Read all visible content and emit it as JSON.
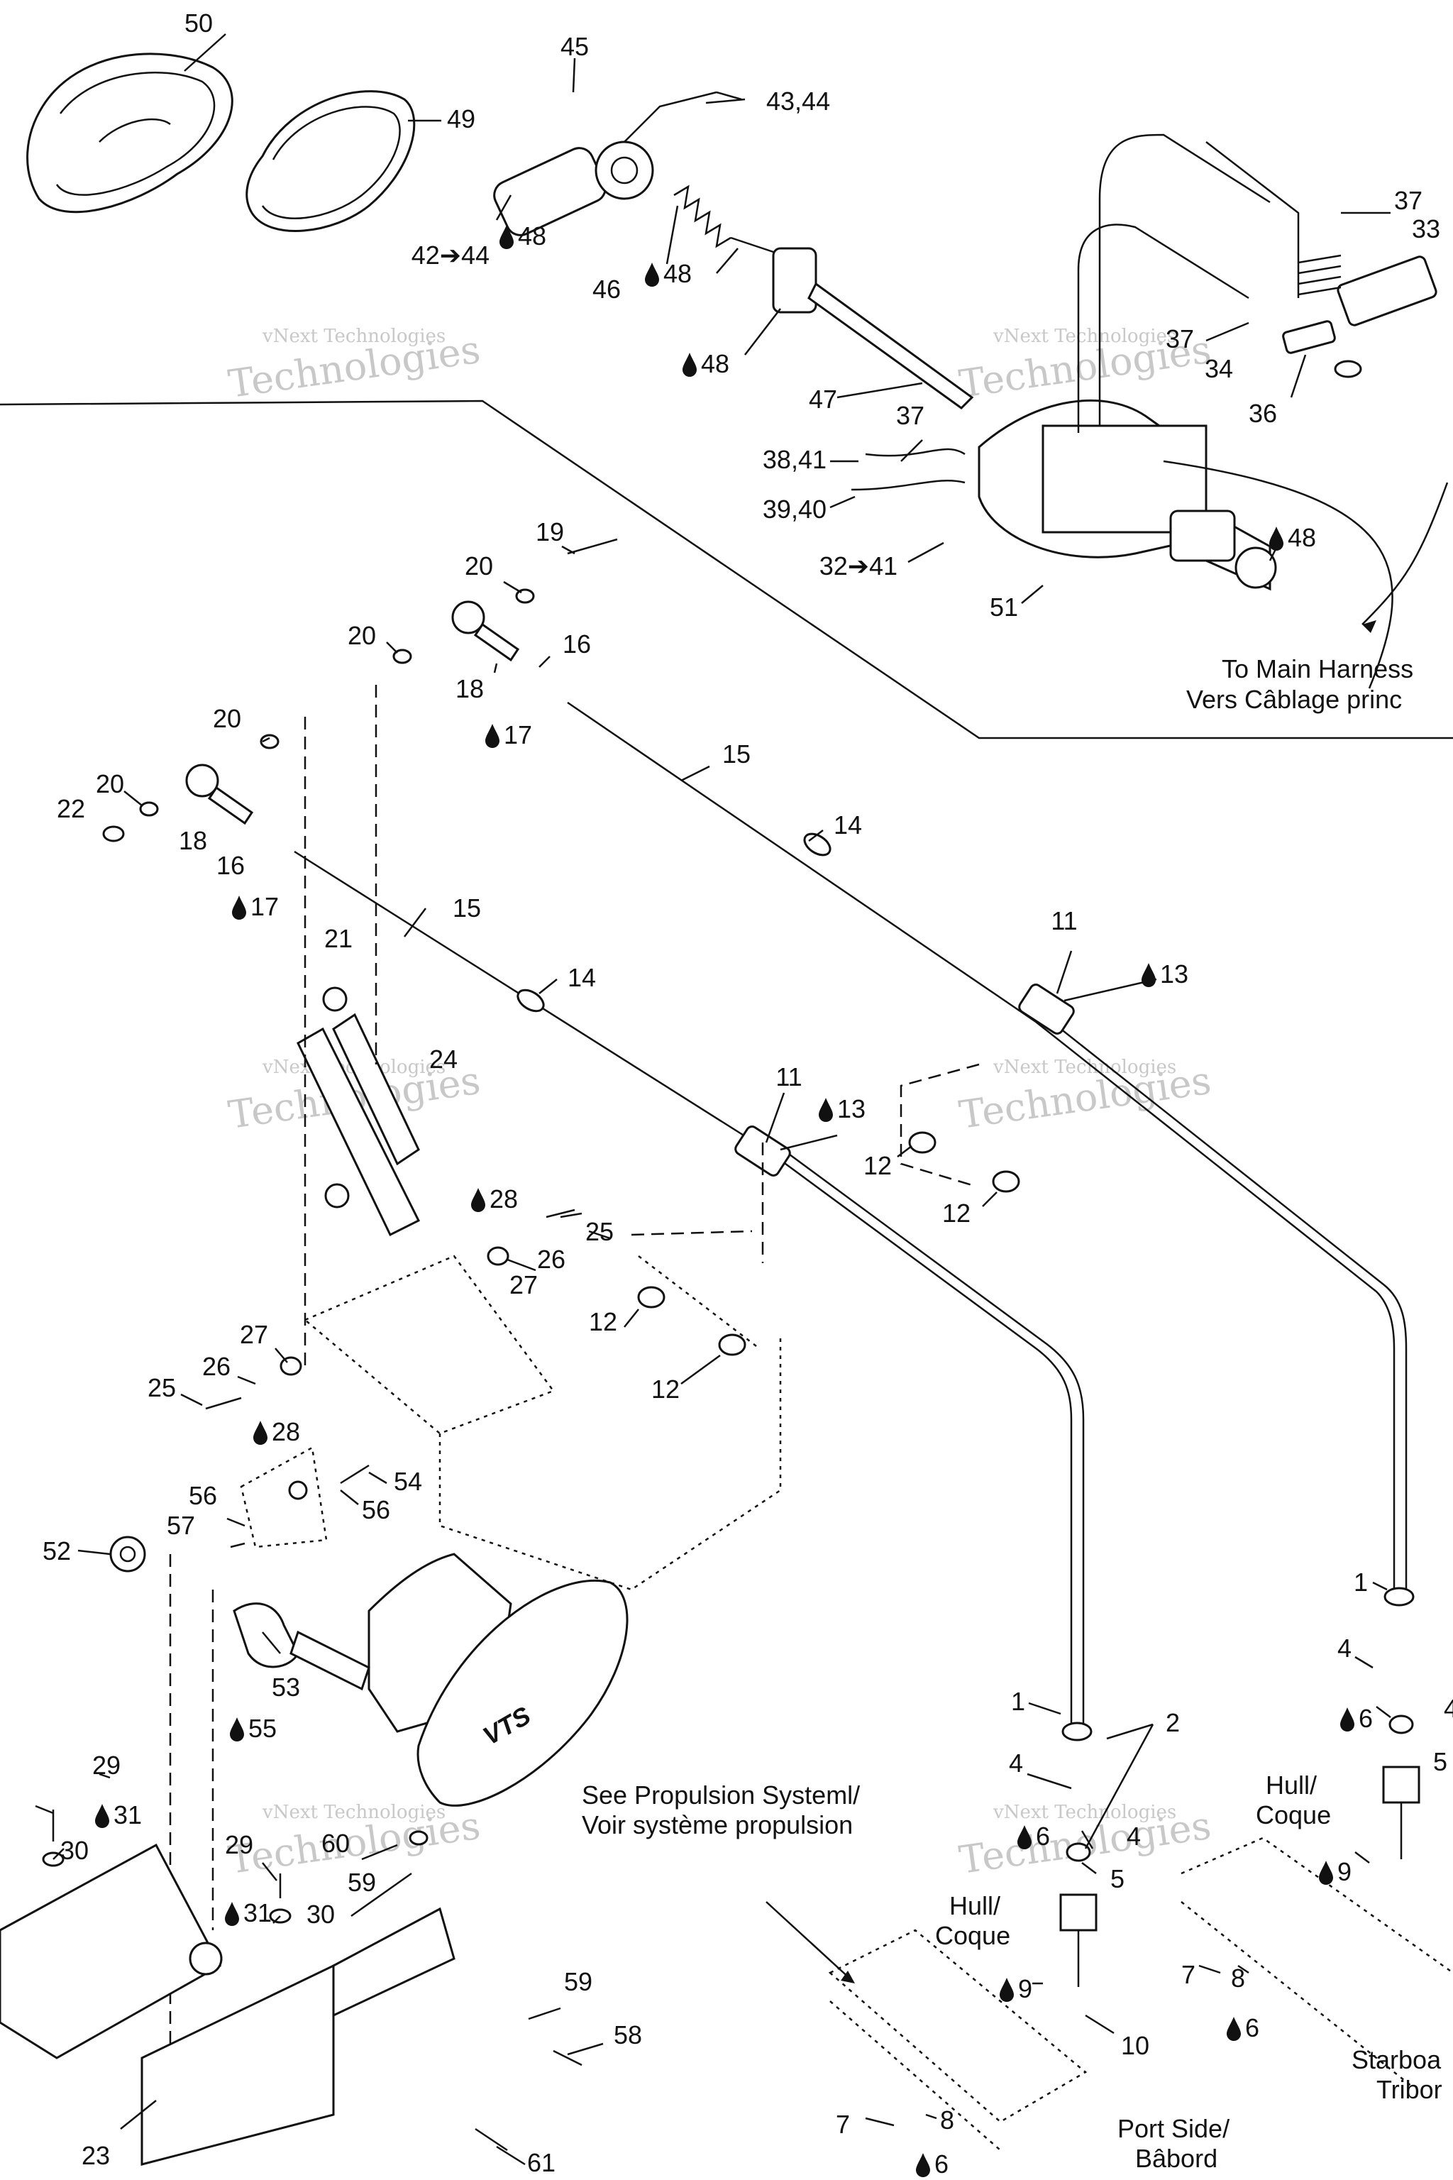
{
  "watermark": {
    "line1": "vNext Technologies",
    "line2": "Technologies"
  },
  "notes": {
    "main_harness_en": "To Main Harness",
    "main_harness_fr": "Vers Câblage princ",
    "propulsion_en": "See Propulsion Systeml/",
    "propulsion_fr": "Voir système propulsion",
    "hull_port_en": "Hull/",
    "hull_port_fr": "Coque",
    "hull_stbd_en": "Hull/",
    "hull_stbd_fr": "Coque",
    "port_en": "Port Side/",
    "port_fr": "Bâbord",
    "stbd_en": "Starboa",
    "stbd_fr": "Tribor",
    "logo": "VTS"
  },
  "callouts": [
    {
      "id": "c50",
      "text": "50",
      "drop": false
    },
    {
      "id": "c49",
      "text": "49",
      "drop": false
    },
    {
      "id": "c45",
      "text": "45",
      "drop": false
    },
    {
      "id": "c4344",
      "text": "43,44",
      "drop": false
    },
    {
      "id": "c4244",
      "text": "42➔44",
      "drop": false
    },
    {
      "id": "c48a",
      "text": "48",
      "drop": true
    },
    {
      "id": "c46",
      "text": "46",
      "drop": false
    },
    {
      "id": "c48b",
      "text": "48",
      "drop": true
    },
    {
      "id": "c48c",
      "text": "48",
      "drop": true
    },
    {
      "id": "c47",
      "text": "47",
      "drop": false
    },
    {
      "id": "c37a",
      "text": "37",
      "drop": false
    },
    {
      "id": "c33",
      "text": "33",
      "drop": false
    },
    {
      "id": "c37b",
      "text": "37",
      "drop": false
    },
    {
      "id": "c34",
      "text": "34",
      "drop": false
    },
    {
      "id": "c36",
      "text": "36",
      "drop": false
    },
    {
      "id": "c37c",
      "text": "37",
      "drop": false
    },
    {
      "id": "c3841",
      "text": "38,41",
      "drop": false
    },
    {
      "id": "c3940",
      "text": "39,40",
      "drop": false
    },
    {
      "id": "c3241",
      "text": "32➔41",
      "drop": false
    },
    {
      "id": "c48d",
      "text": "48",
      "drop": true
    },
    {
      "id": "c51",
      "text": "51",
      "drop": false
    },
    {
      "id": "c19",
      "text": "19",
      "drop": false
    },
    {
      "id": "c20a",
      "text": "20",
      "drop": false
    },
    {
      "id": "c20b",
      "text": "20",
      "drop": false
    },
    {
      "id": "c16a",
      "text": "16",
      "drop": false
    },
    {
      "id": "c18a",
      "text": "18",
      "drop": false
    },
    {
      "id": "c17a",
      "text": "17",
      "drop": true
    },
    {
      "id": "c15a",
      "text": "15",
      "drop": false
    },
    {
      "id": "c20c",
      "text": "20",
      "drop": false
    },
    {
      "id": "c20d",
      "text": "20",
      "drop": false
    },
    {
      "id": "c22",
      "text": "22",
      "drop": false
    },
    {
      "id": "c18b",
      "text": "18",
      "drop": false
    },
    {
      "id": "c16b",
      "text": "16",
      "drop": false
    },
    {
      "id": "c17b",
      "text": "17",
      "drop": true
    },
    {
      "id": "c14a",
      "text": "14",
      "drop": false
    },
    {
      "id": "c15b",
      "text": "15",
      "drop": false
    },
    {
      "id": "c11a",
      "text": "11",
      "drop": false
    },
    {
      "id": "c13a",
      "text": "13",
      "drop": true
    },
    {
      "id": "c21",
      "text": "21",
      "drop": false
    },
    {
      "id": "c14b",
      "text": "14",
      "drop": false
    },
    {
      "id": "c24",
      "text": "24",
      "drop": false
    },
    {
      "id": "c11b",
      "text": "11",
      "drop": false
    },
    {
      "id": "c13b",
      "text": "13",
      "drop": true
    },
    {
      "id": "c12a",
      "text": "12",
      "drop": false
    },
    {
      "id": "c12b",
      "text": "12",
      "drop": false
    },
    {
      "id": "c28a",
      "text": "28",
      "drop": true
    },
    {
      "id": "c25a",
      "text": "25",
      "drop": false
    },
    {
      "id": "c26a",
      "text": "26",
      "drop": false
    },
    {
      "id": "c27a",
      "text": "27",
      "drop": false
    },
    {
      "id": "c12c",
      "text": "12",
      "drop": false
    },
    {
      "id": "c12d",
      "text": "12",
      "drop": false
    },
    {
      "id": "c27b",
      "text": "27",
      "drop": false
    },
    {
      "id": "c26b",
      "text": "26",
      "drop": false
    },
    {
      "id": "c25b",
      "text": "25",
      "drop": false
    },
    {
      "id": "c28b",
      "text": "28",
      "drop": true
    },
    {
      "id": "c54",
      "text": "54",
      "drop": false
    },
    {
      "id": "c56a",
      "text": "56",
      "drop": false
    },
    {
      "id": "c57",
      "text": "57",
      "drop": false
    },
    {
      "id": "c56b",
      "text": "56",
      "drop": false
    },
    {
      "id": "c52",
      "text": "52",
      "drop": false
    },
    {
      "id": "c53",
      "text": "53",
      "drop": false
    },
    {
      "id": "c55",
      "text": "55",
      "drop": true
    },
    {
      "id": "c29a",
      "text": "29",
      "drop": false
    },
    {
      "id": "c31a",
      "text": "31",
      "drop": true
    },
    {
      "id": "c30a",
      "text": "30",
      "drop": false
    },
    {
      "id": "c29b",
      "text": "29",
      "drop": false
    },
    {
      "id": "c60",
      "text": "60",
      "drop": false
    },
    {
      "id": "c59a",
      "text": "59",
      "drop": false
    },
    {
      "id": "c31b",
      "text": "31",
      "drop": true
    },
    {
      "id": "c30b",
      "text": "30",
      "drop": false
    },
    {
      "id": "c59b",
      "text": "59",
      "drop": false
    },
    {
      "id": "c58",
      "text": "58",
      "drop": false
    },
    {
      "id": "c23",
      "text": "23",
      "drop": false
    },
    {
      "id": "c61",
      "text": "61",
      "drop": false
    },
    {
      "id": "c1a",
      "text": "1",
      "drop": false
    },
    {
      "id": "c2",
      "text": "2",
      "drop": false
    },
    {
      "id": "c4a",
      "text": "4",
      "drop": false
    },
    {
      "id": "c6a",
      "text": "6",
      "drop": true
    },
    {
      "id": "c4b",
      "text": "4",
      "drop": false
    },
    {
      "id": "c5a",
      "text": "5",
      "drop": false
    },
    {
      "id": "c9a",
      "text": "9",
      "drop": true
    },
    {
      "id": "c10",
      "text": "10",
      "drop": false
    },
    {
      "id": "c7a",
      "text": "7",
      "drop": false
    },
    {
      "id": "c8a",
      "text": "8",
      "drop": false
    },
    {
      "id": "c6b",
      "text": "6",
      "drop": true
    },
    {
      "id": "c1b",
      "text": "1",
      "drop": false
    },
    {
      "id": "c4c",
      "text": "4",
      "drop": false
    },
    {
      "id": "c6c",
      "text": "6",
      "drop": true
    },
    {
      "id": "c4d",
      "text": "4",
      "drop": false
    },
    {
      "id": "c5b",
      "text": "5",
      "drop": false
    },
    {
      "id": "c9b",
      "text": "9",
      "drop": true
    },
    {
      "id": "c7b",
      "text": "7",
      "drop": false
    },
    {
      "id": "c8b",
      "text": "8",
      "drop": false
    },
    {
      "id": "c6d",
      "text": "6",
      "drop": true
    }
  ]
}
